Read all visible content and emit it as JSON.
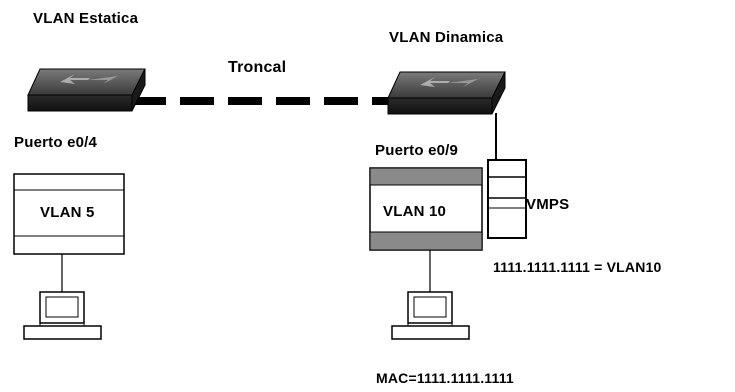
{
  "left": {
    "title": "VLAN Estatica",
    "port_label": "Puerto e0/4",
    "vlan_label": "VLAN 5"
  },
  "link": {
    "label": "Troncal"
  },
  "right": {
    "title": "VLAN Dinamica",
    "port_label": "Puerto e0/9",
    "vlan_label": "VLAN 10",
    "server_label": "VMPS",
    "mapping_label": "1111.1111.1111 = VLAN10",
    "mac_label": "MAC=1111.1111.1111"
  }
}
